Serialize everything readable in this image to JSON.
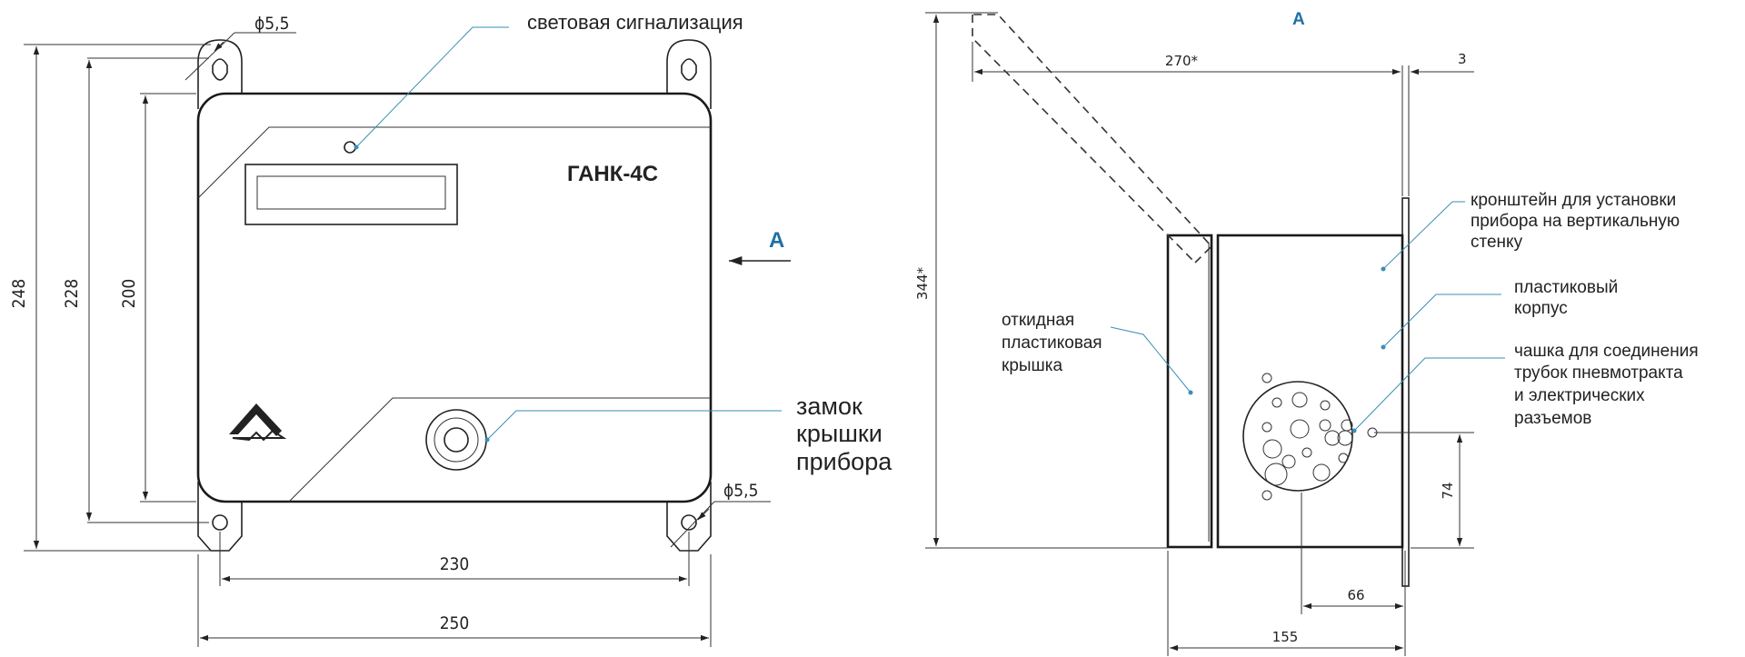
{
  "front_view": {
    "device_name": "ГАНК-4С",
    "view_marker": "А",
    "dims": {
      "height_248": "248",
      "height_228": "228",
      "height_200": "200",
      "width_230": "230",
      "width_250": "250",
      "hole_top": "ϕ5,5",
      "hole_bottom": "ϕ5,5"
    },
    "labels": {
      "light_signal": "световая сигнализация",
      "lock": [
        "замок",
        "крышки",
        "прибора"
      ]
    }
  },
  "side_view": {
    "view_title": "А",
    "dims": {
      "width_270": "270*",
      "thickness_3": "3",
      "height_344": "344*",
      "height_74": "74",
      "width_66": "66",
      "width_155": "155"
    },
    "labels": {
      "bracket": [
        "кронштейн для установки",
        "прибора на вертикальную",
        "стенку"
      ],
      "housing": [
        "пластиковый",
        "корпус"
      ],
      "cup": [
        "чашка для соединения",
        "трубок пневмотракта",
        "и электрических",
        "разъемов"
      ],
      "lid": [
        "откидная",
        "пластиковая",
        "крышка"
      ]
    }
  },
  "colors": {
    "accent": "#1f6fa6",
    "leader": "#3a8fb5",
    "line": "#222222"
  }
}
